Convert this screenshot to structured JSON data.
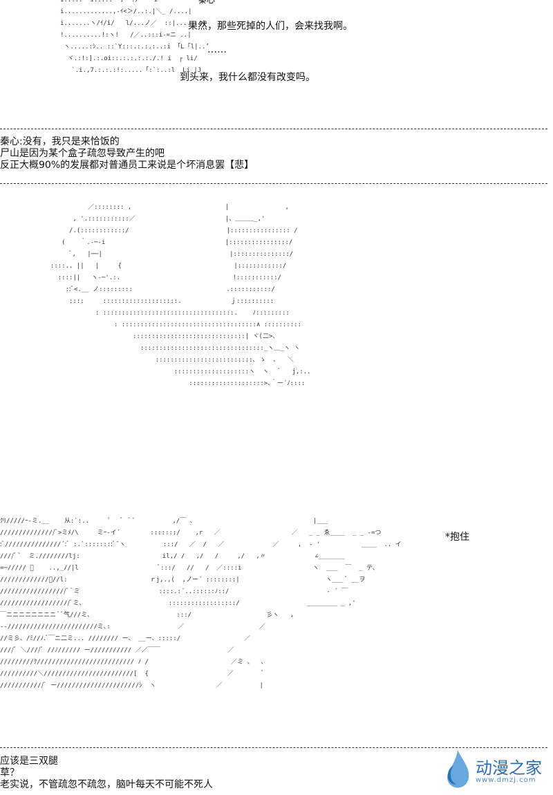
{
  "panel1": {
    "speaker_label": "秦心",
    "line1": "果然，那些死掉的人们，会来找我啊。",
    "ellipsis": "……",
    "line2": "到头来，我什么都没有改变吗。"
  },
  "comments1": [
    "秦心:没有，我只是来恰饭的",
    "尸山是因为某个盒子疏忽导致产生的吧",
    "反正大概90%的发展都对普通员工来说是个坏消息罢【悲】"
  ],
  "panel3": {
    "sfx": "*抱住"
  },
  "comments2": [
    "应该是三双腿",
    "草？",
    "老实说，不管疏忽不疏忽，脑叶每天不可能不死人"
  ],
  "watermark": {
    "name": "动漫之家",
    "url": "www.dmzj.com",
    "brand_color": "#2a6fb5"
  },
  "colors": {
    "text": "#111111",
    "art": "#333333",
    "background": "#ffffff"
  }
}
